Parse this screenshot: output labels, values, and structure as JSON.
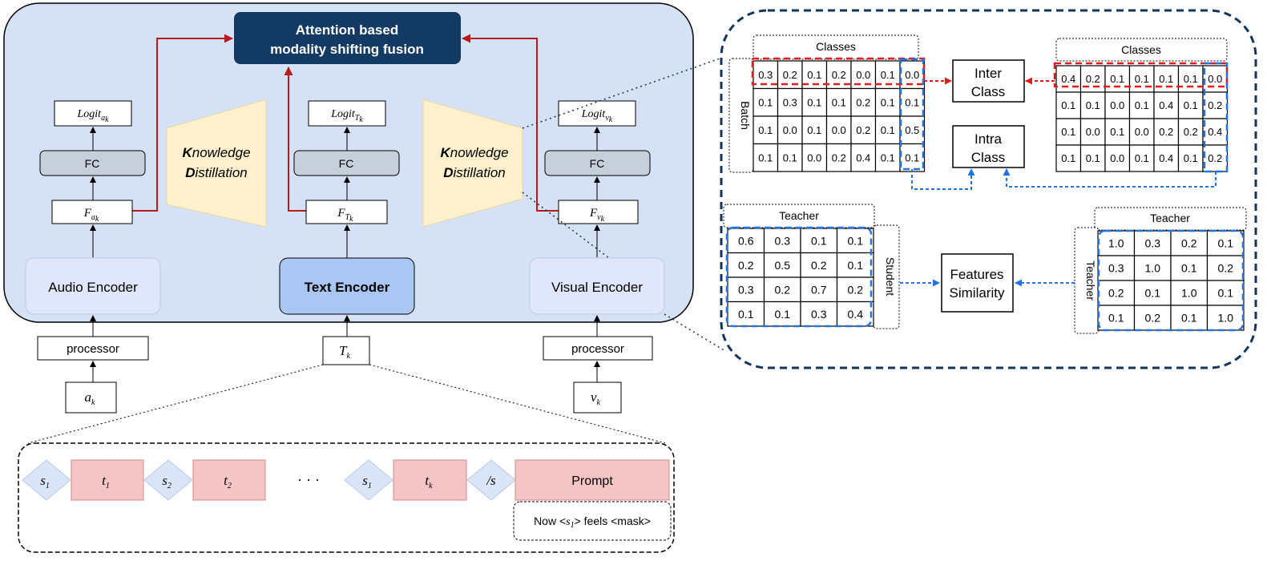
{
  "fusion": {
    "line1": "Attention based",
    "line2": "modality shifting fusion"
  },
  "branches": {
    "audio": {
      "logit_base": "Logit",
      "logit_sub": "a",
      "logit_subsub": "k",
      "fc": "FC",
      "feat_base": "F",
      "feat_sub": "a",
      "feat_subsub": "k",
      "encoder": "Audio Encoder",
      "processor": "processor",
      "input_base": "a",
      "input_sub": "k"
    },
    "text": {
      "logit_base": "Logit",
      "logit_sub": "T",
      "logit_subsub": "k",
      "fc": "FC",
      "feat_base": "F",
      "feat_sub": "T",
      "feat_subsub": "k",
      "encoder": "Text Encoder",
      "input_base": "T",
      "input_sub": "k"
    },
    "visual": {
      "logit_base": "Logit",
      "logit_sub": "v",
      "logit_subsub": "k",
      "fc": "FC",
      "feat_base": "F",
      "feat_sub": "v",
      "feat_subsub": "k",
      "encoder": "Visual Encoder",
      "processor": "processor",
      "input_base": "v",
      "input_sub": "k"
    }
  },
  "kd": {
    "k_letter": "K",
    "k_rest": "nowledge",
    "d_letter": "D",
    "d_rest": "istillation"
  },
  "prompt_seq": {
    "s1_base": "s",
    "s1_sub": "1",
    "t1_base": "t",
    "t1_sub": "1",
    "s2_base": "s",
    "s2_sub": "2",
    "t2_base": "t",
    "t2_sub": "2",
    "ellipsis": "· · ·",
    "s1b_base": "s",
    "s1b_sub": "1",
    "tk_base": "t",
    "tk_sub": "k",
    "end_token": "/s",
    "prompt_label": "Prompt",
    "template_pre": "Now <",
    "template_s_base": "s",
    "template_s_sub": "1",
    "template_post": "> feels <mask>"
  },
  "class_panel": {
    "left_header": "Classes",
    "right_header": "Classes",
    "row_label": "Batch",
    "left_matrix": [
      [
        "0.3",
        "0.2",
        "0.1",
        "0.2",
        "0.0",
        "0.1",
        "0.0"
      ],
      [
        "0.1",
        "0.3",
        "0.1",
        "0.1",
        "0.2",
        "0.1",
        "0.1"
      ],
      [
        "0.1",
        "0.0",
        "0.1",
        "0.0",
        "0.2",
        "0.1",
        "0.5"
      ],
      [
        "0.1",
        "0.1",
        "0.0",
        "0.2",
        "0.4",
        "0.1",
        "0.1"
      ]
    ],
    "right_matrix": [
      [
        "0.4",
        "0.2",
        "0.1",
        "0.1",
        "0.1",
        "0.1",
        "0.0"
      ],
      [
        "0.1",
        "0.1",
        "0.0",
        "0.1",
        "0.4",
        "0.1",
        "0.2"
      ],
      [
        "0.1",
        "0.0",
        "0.1",
        "0.0",
        "0.2",
        "0.2",
        "0.4"
      ],
      [
        "0.1",
        "0.1",
        "0.0",
        "0.1",
        "0.4",
        "0.1",
        "0.2"
      ]
    ],
    "inter_line1": "Inter",
    "inter_line2": "Class",
    "intra_line1": "Intra",
    "intra_line2": "Class"
  },
  "feature_panel": {
    "left_header": "Teacher",
    "left_side": "Student",
    "right_header": "Teacher",
    "right_side": "Teacher",
    "left_matrix": [
      [
        "0.6",
        "0.3",
        "0.1",
        "0.1"
      ],
      [
        "0.2",
        "0.5",
        "0.2",
        "0.1"
      ],
      [
        "0.3",
        "0.2",
        "0.7",
        "0.2"
      ],
      [
        "0.1",
        "0.1",
        "0.3",
        "0.4"
      ]
    ],
    "right_matrix": [
      [
        "1.0",
        "0.3",
        "0.2",
        "0.1"
      ],
      [
        "0.3",
        "1.0",
        "0.1",
        "0.2"
      ],
      [
        "0.2",
        "0.1",
        "1.0",
        "0.1"
      ],
      [
        "0.1",
        "0.2",
        "0.1",
        "1.0"
      ]
    ],
    "sim_line1": "Features",
    "sim_line2": "Similarity"
  },
  "colors": {
    "panel_bg": "#d5e1f4",
    "fusion_bg": "#133a63",
    "fc_bg": "#c6d0db",
    "kd_bg": "#fdf0cc",
    "text_encoder_bg": "#aac6f2",
    "encoder_bg": "#e1e7fb",
    "red_arrow": "#b71c1c",
    "dash_red": "#e31b1b",
    "dash_blue": "#2374e1",
    "token_diamond": "#dbe5f8",
    "token_rect": "#f5c5c5",
    "outline_navy": "#13355b"
  }
}
